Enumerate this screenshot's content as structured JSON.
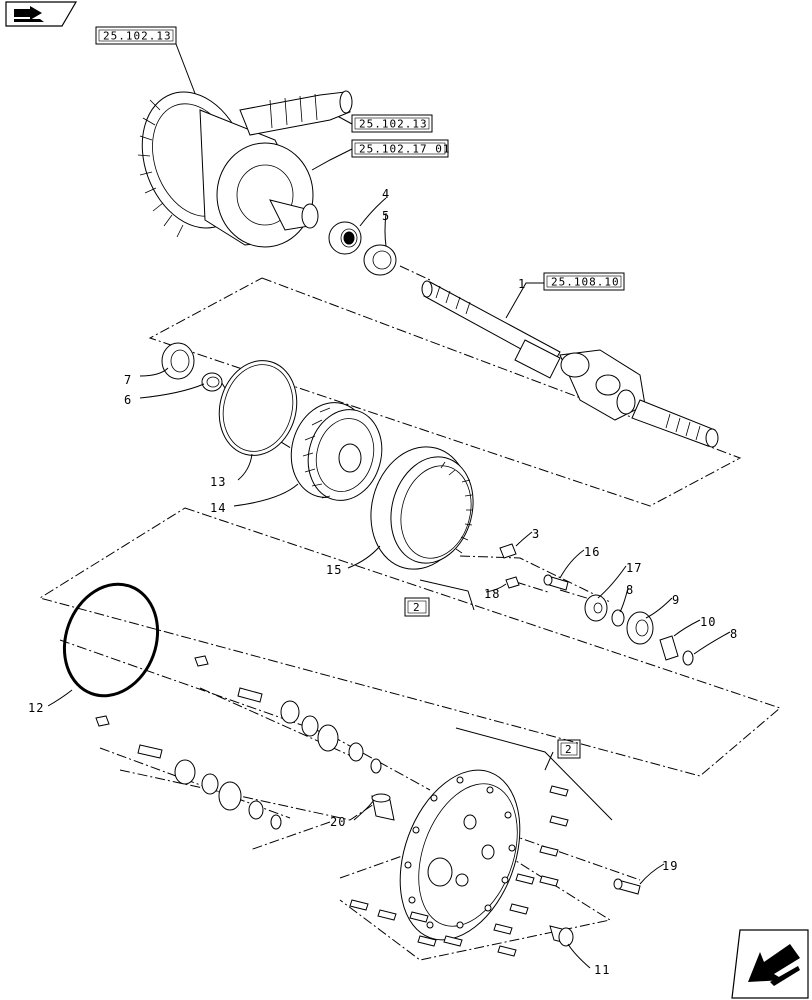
{
  "refs": {
    "r1": "25.102.13",
    "r2": "25.102.13",
    "r3": "25.102.17 01",
    "r4": "25.108.10",
    "b1": "2",
    "b2": "2"
  },
  "callouts": {
    "c1": "1",
    "c3": "3",
    "c4": "4",
    "c5": "5",
    "c6": "6",
    "c7": "7",
    "c8a": "8",
    "c8b": "8",
    "c9": "9",
    "c10": "10",
    "c11": "11",
    "c12": "12",
    "c13": "13",
    "c14": "14",
    "c15": "15",
    "c16": "16",
    "c17": "17",
    "c18": "18",
    "c19": "19",
    "c20": "20"
  },
  "icons": {
    "top_left": "book-arrow-icon",
    "bottom_right": "next-page-arrow-icon"
  }
}
